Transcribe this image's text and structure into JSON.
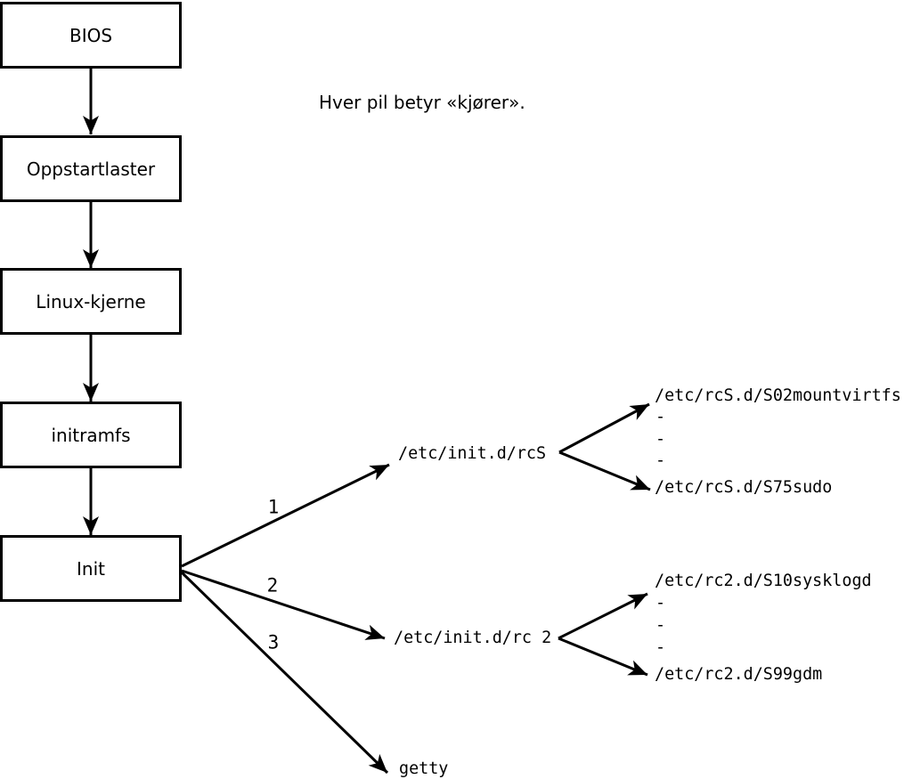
{
  "colors": {
    "background": "#ffffff",
    "box_fill": "#ffffff",
    "line": "#000000",
    "text": "#000000"
  },
  "diagram": {
    "caption": "Hver pil betyr «kjører».",
    "boot_chain": [
      "BIOS",
      "Oppstartlaster",
      "Linux-kjerne",
      "initramfs",
      "Init"
    ],
    "branches": [
      {
        "label": "1",
        "target": "/etc/init.d/rcS",
        "children": [
          "/etc/rcS.d/S02mountvirtfs",
          "-",
          "-",
          "-",
          "/etc/rcS.d/S75sudo"
        ]
      },
      {
        "label": "2",
        "target": "/etc/init.d/rc 2",
        "children": [
          "/etc/rc2.d/S10sysklogd",
          "-",
          "-",
          "-",
          "/etc/rc2.d/S99gdm"
        ]
      },
      {
        "label": "3",
        "target": "getty",
        "children": []
      }
    ]
  }
}
